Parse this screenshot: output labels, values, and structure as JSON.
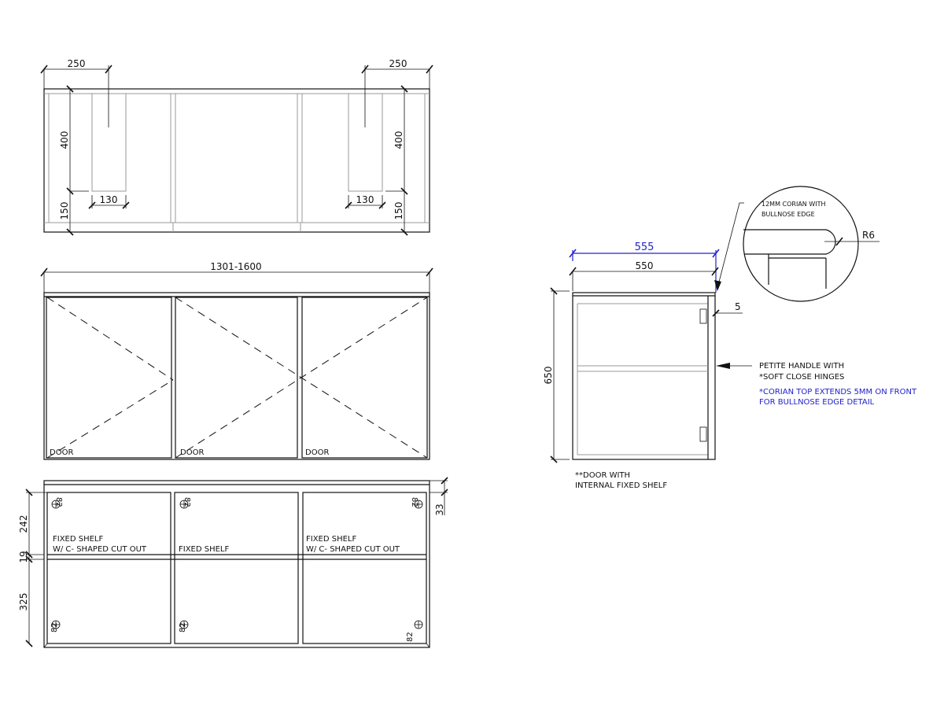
{
  "plan_view": {
    "dim_left_top": "250",
    "dim_right_top": "250",
    "dim_left_height": "400",
    "dim_right_height": "400",
    "dim_left_bottom": "150",
    "dim_right_bottom": "150",
    "dim_left_cutout": "130",
    "dim_right_cutout": "130"
  },
  "front_view": {
    "overall_width": "1301-1600",
    "door_labels": [
      "DOOR",
      "DOOR",
      "DOOR"
    ]
  },
  "interior_view": {
    "dim_upper": "242",
    "dim_shelf": "19",
    "dim_lower": "325",
    "dim_top_gap": "33",
    "hinge_offset": "82",
    "shelf_labels": [
      {
        "line1": "FIXED SHELF",
        "line2": "W/ C- SHAPED CUT OUT"
      },
      {
        "line1": "FIXED SHELF",
        "line2": ""
      },
      {
        "line1": "FIXED SHELF",
        "line2": "W/ C- SHAPED CUT OUT"
      }
    ]
  },
  "side_view": {
    "dim_top_overall": "555",
    "dim_depth": "550",
    "dim_height": "650",
    "dim_overhang": "5",
    "detail_label_line1": "12MM CORIAN WITH",
    "detail_label_line2": "BULLNOSE EDGE",
    "detail_radius": "R6",
    "handle_note_line1": "PETITE HANDLE WITH",
    "handle_note_line2": "*SOFT CLOSE HINGES",
    "corian_note_line1": "*CORIAN TOP EXTENDS 5MM ON FRONT",
    "corian_note_line2": "FOR BULLNOSE EDGE DETAIL",
    "door_note_line1": "**DOOR WITH",
    "door_note_line2": "INTERNAL FIXED SHELF"
  },
  "colors": {
    "line": "#111111",
    "annotation_blue": "#2222cc",
    "hidden_gray": "#999999"
  }
}
